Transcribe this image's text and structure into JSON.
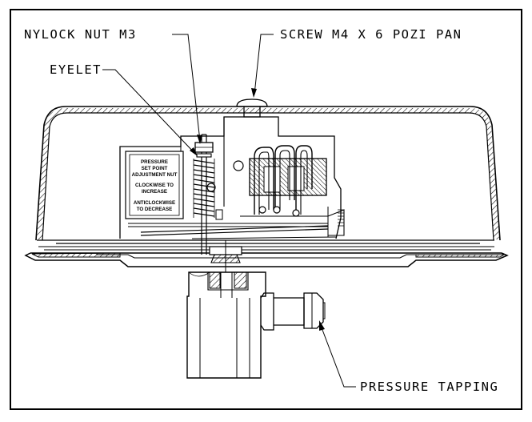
{
  "callouts": {
    "nylock": "NYLOCK NUT M3",
    "screw": "SCREW M4 X 6 POZI PAN",
    "eyelet": "EYELET",
    "pressure_tapping": "PRESSURE TAPPING"
  },
  "label_plate": {
    "line1": "PRESSURE",
    "line2": "SET POINT",
    "line3": "ADJUSTMENT NUT",
    "line4": "CLOCKWISE TO",
    "line5": "INCREASE",
    "line6": "ANTICLOCKWISE",
    "line7": "TO DECREASE"
  },
  "colors": {
    "ink": "#000000",
    "paper": "#ffffff"
  }
}
